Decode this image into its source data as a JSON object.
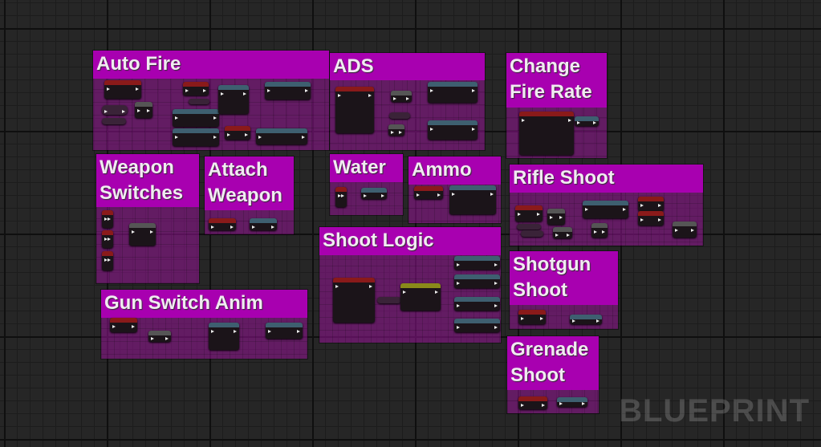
{
  "comments": [
    {
      "id": "auto-fire",
      "title": "Auto Fire"
    },
    {
      "id": "ads",
      "title": "ADS"
    },
    {
      "id": "change-fire-rate",
      "title": "Change Fire Rate"
    },
    {
      "id": "weapon-switches",
      "title": "Weapon Switches"
    },
    {
      "id": "attach-weapon",
      "title": "Attach Weapon"
    },
    {
      "id": "water",
      "title": "Water"
    },
    {
      "id": "ammo",
      "title": "Ammo"
    },
    {
      "id": "rifle-shoot",
      "title": "Rifle Shoot"
    },
    {
      "id": "shoot-logic",
      "title": "Shoot Logic"
    },
    {
      "id": "gun-switch-anim",
      "title": "Gun Switch Anim"
    },
    {
      "id": "shotgun-shoot",
      "title": "Shotgun Shoot"
    },
    {
      "id": "grenade-shoot",
      "title": "Grenade Shoot"
    }
  ],
  "watermark": "BLUEPRINT",
  "colors": {
    "comment_header": "#a800b0",
    "event_node": "#8a1a1a",
    "function_node": "#3e5f70",
    "macro_node": "#555555",
    "switch_node": "#8a8a1a"
  }
}
